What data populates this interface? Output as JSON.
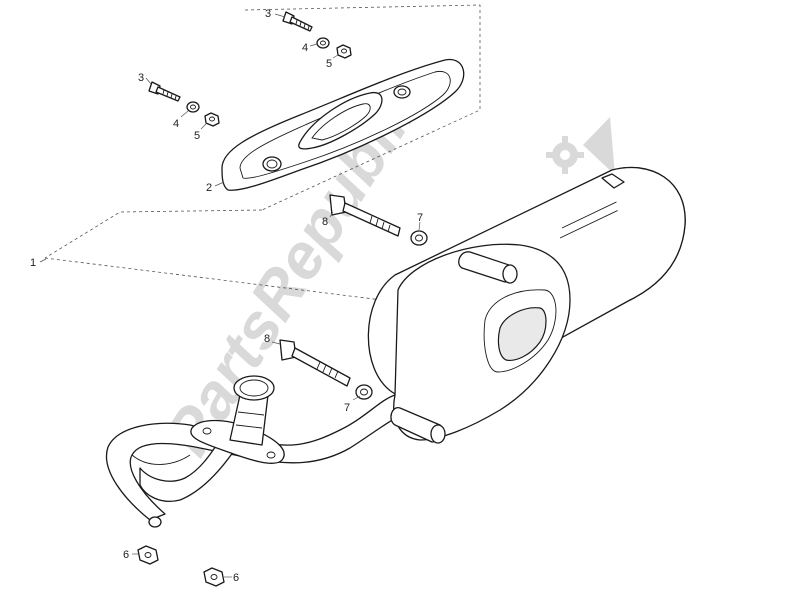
{
  "watermark": {
    "text": "PartsRepublik",
    "color": "#d9d9d9"
  },
  "callouts": [
    {
      "id": "c1",
      "label": "1"
    },
    {
      "id": "c2",
      "label": "2"
    },
    {
      "id": "c3a",
      "label": "3"
    },
    {
      "id": "c4a",
      "label": "4"
    },
    {
      "id": "c5a",
      "label": "5"
    },
    {
      "id": "c3b",
      "label": "3"
    },
    {
      "id": "c4b",
      "label": "4"
    },
    {
      "id": "c5b",
      "label": "5"
    },
    {
      "id": "c8a",
      "label": "8"
    },
    {
      "id": "c7a",
      "label": "7"
    },
    {
      "id": "c8b",
      "label": "8"
    },
    {
      "id": "c7b",
      "label": "7"
    },
    {
      "id": "c6a",
      "label": "6"
    },
    {
      "id": "c6b",
      "label": "6"
    }
  ],
  "parts": [
    "muffler",
    "heat-shield",
    "exhaust-pipe",
    "screw",
    "washer",
    "nut",
    "bolt",
    "flange-nut"
  ]
}
